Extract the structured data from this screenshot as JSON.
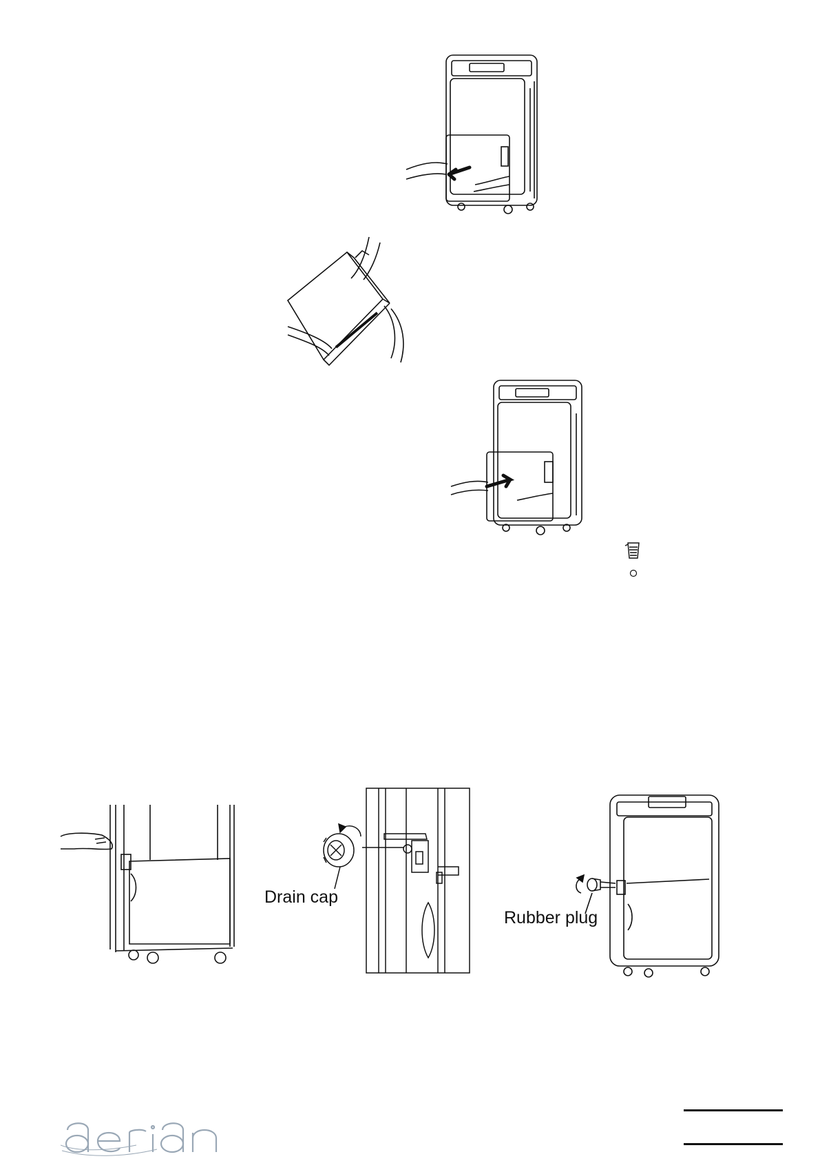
{
  "labels": {
    "drain_cap": "Drain cap",
    "rubber_plug": "Rubber plug"
  },
  "brand": {
    "logo_text": "aerian",
    "logo_color": "#9aa8b6"
  },
  "icons": [
    "tank-full-icon",
    "indicator-light-icon"
  ],
  "line_color": "#111111"
}
